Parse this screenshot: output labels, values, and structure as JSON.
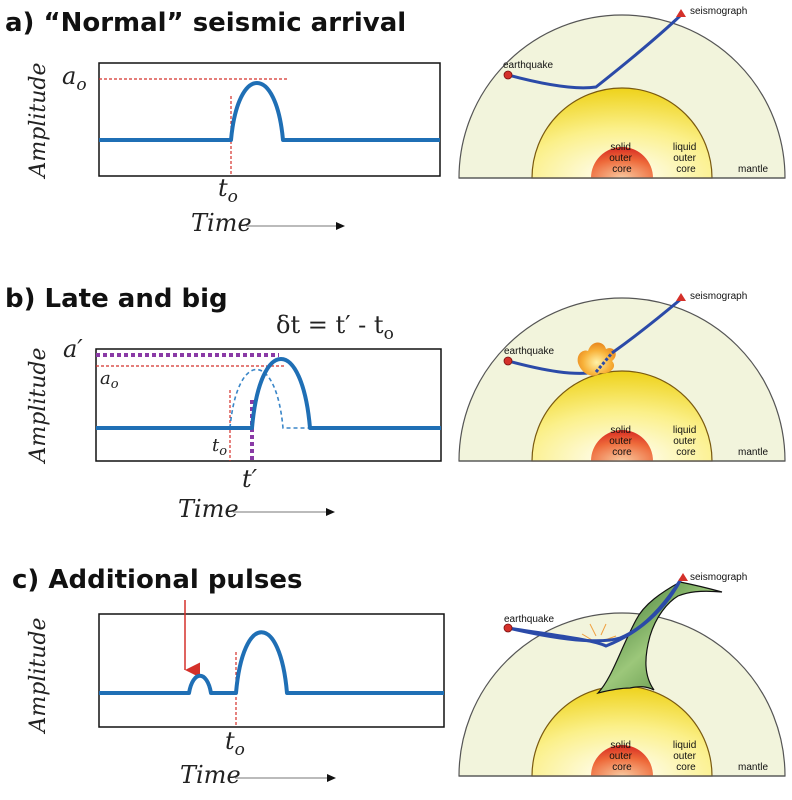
{
  "panels": [
    {
      "heading": "a) “Normal” seismic arrival",
      "ylabel": "Amplitude",
      "amp_label": "a",
      "amp_sub": "o",
      "time_label": "t",
      "time_sub": "o",
      "xlabel": "Time"
    },
    {
      "heading": "b) Late and big",
      "equation": "δt = t′ - t",
      "equation_sub": "o",
      "ylabel": "Amplitude",
      "amp_big_label": "a′",
      "amp_label": "a",
      "amp_sub": "o",
      "time_label": "t",
      "time_sub": "o",
      "time_late_label": "t′",
      "xlabel": "Time"
    },
    {
      "heading": "c) Additional pulses",
      "ylabel": "Amplitude",
      "time_label": "t",
      "time_sub": "o",
      "xlabel": "Time"
    }
  ],
  "earth": {
    "earthquake": "earthquake",
    "seismograph": "seismograph",
    "mantle": "mantle",
    "solid_core": [
      "solid",
      "outer",
      "core"
    ],
    "liquid_core": [
      "liquid",
      "outer",
      "core"
    ]
  },
  "colors": {
    "wave": "#1f6fb5",
    "ray": "#2b4aa8",
    "mantle_fill": "#f2f4dc",
    "outer_core": "#f5e23a",
    "inner_core": "#e0392b",
    "marker_red": "#d4302a",
    "anomaly_orange": "#f4a23a",
    "plume_green": "#4f8a3a",
    "purple": "#8a3aa6"
  }
}
